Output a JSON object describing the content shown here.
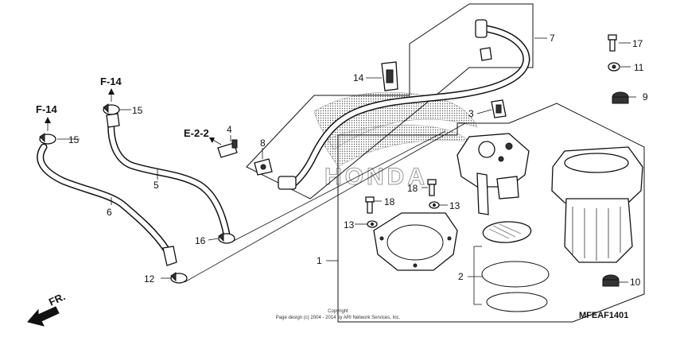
{
  "callouts": {
    "c1": "1",
    "c2": "2",
    "c3": "3",
    "c4": "4",
    "c5": "5",
    "c6": "6",
    "c7": "7",
    "c8": "8",
    "c9": "9",
    "c10": "10",
    "c11": "11",
    "c12": "12",
    "c13a": "13",
    "c13b": "13",
    "c14": "14",
    "c15a": "15",
    "c15b": "15",
    "c16": "16",
    "c17": "17",
    "c18a": "18",
    "c18b": "18"
  },
  "references": {
    "f14_left": "F-14",
    "f14_mid": "F-14",
    "e22": "E-2-2"
  },
  "direction_label": "FR.",
  "copyright_line1": "Copyright",
  "copyright_line2": "Page design (c) 2004 - 2014 by ARI Network Services, Inc.",
  "diagram_code": "MFEAF1401",
  "watermark": "HONDA"
}
